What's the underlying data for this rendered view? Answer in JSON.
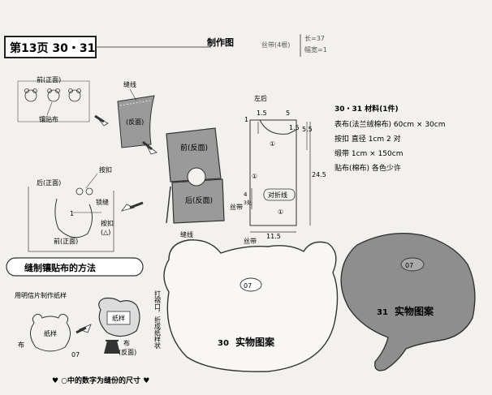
{
  "header": {
    "page_label": "第13页 30・31",
    "diagram_title": "制作图",
    "ribbon_label": "丝带(4根)",
    "length_label": "长=37",
    "width_label": "幅宽=1"
  },
  "left_diagrams": {
    "front_right": "前(正面)",
    "binding_cloth": "镶贴布",
    "seam_line": "缝线",
    "back_wrong": "(反面)",
    "back_right": "后(正面)",
    "snap": "按扣",
    "lock_stitch": "锁缝",
    "snap_triangle": "按扣\n(△)",
    "front_right2": "前(正面)",
    "num_1": "1"
  },
  "middle_diagrams": {
    "front_wrong": "前(反面)",
    "back_wrong": "后(反面)",
    "seam_line": "缝线",
    "ribbon": "丝带"
  },
  "pattern": {
    "left_back": "左后",
    "top_1": "1",
    "dim_15": "1.5",
    "dim_5": "5",
    "dim_15b": "1.5",
    "dim_55": "5.5",
    "fold_line": "对折线",
    "dim_4": "4",
    "dim_4_sub": "3处",
    "dim_245": "24.5",
    "dim_115": "11.5",
    "ribbon": "丝带",
    "circle_1": "①"
  },
  "materials": {
    "title": "30・31 材料(1件)",
    "lines": [
      "表布(法兰绒棉布)  60cm × 30cm",
      "按扣  直径 1cm  2 对",
      "缎带  1cm × 150cm",
      "贴布(棉布)  各色少许"
    ]
  },
  "binding_section": {
    "title": "缝制镶贴布的方法",
    "postcard": "用明信片制作纸样",
    "paper_pattern": "纸样",
    "cloth": "布",
    "dim_07": "07",
    "paper_pattern2": "纸样",
    "cloth_wrong": "布\n(反面)",
    "vertical_note": "打褶口，折成纸样状"
  },
  "actual_patterns": {
    "bear_label_num": "30",
    "bear_label_text": "实物图案",
    "bear_dim": "07",
    "elephant_label_num": "31",
    "elephant_label_text": "实物图案",
    "elephant_dim": "07"
  },
  "footer": {
    "note": "♥  ○中的数字为缝份的尺寸  ♥"
  }
}
